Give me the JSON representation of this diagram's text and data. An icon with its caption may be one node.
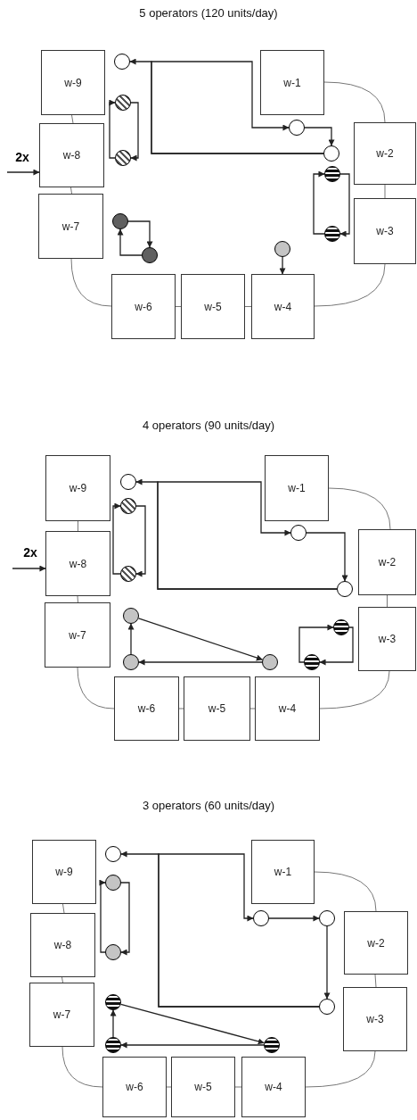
{
  "diagram": {
    "nodes": [
      {
        "text": [
          "w-9"
        ]
      },
      {
        "text": [
          "w-1"
        ]
      },
      {
        "text": [
          "w-8"
        ]
      },
      {
        "text": [
          "w-2"
        ]
      },
      {
        "text": [
          "w-7"
        ]
      },
      {
        "text": [
          "w-3"
        ]
      },
      {
        "text": [
          "w-6"
        ]
      },
      {
        "text": [
          "w-5"
        ]
      },
      {
        "text": [
          "w-4"
        ]
      },
      {
        "text": [],
        "shape": "circle"
      },
      {
        "text": [],
        "shape": "circle"
      },
      {
        "text": [],
        "shape": "circle"
      },
      {
        "text": [],
        "shape": "circle"
      },
      {
        "text": [],
        "shape": "circle"
      },
      {
        "text": [],
        "shape": "circle"
      },
      {
        "text": [],
        "shape": "circle"
      },
      {
        "text": [],
        "shape": "circle"
      },
      {
        "text": [],
        "shape": "circle"
      },
      {
        "text": [],
        "shape": "circle"
      },
      {
        "text": [
          "w-9"
        ]
      },
      {
        "text": [
          "w-1"
        ]
      },
      {
        "text": [
          "w-8"
        ]
      },
      {
        "text": [
          "w-2"
        ]
      },
      {
        "text": [
          "w-7"
        ]
      },
      {
        "text": [
          "w-3"
        ]
      },
      {
        "text": [
          "w-6"
        ]
      },
      {
        "text": [
          "w-5"
        ]
      },
      {
        "text": [
          "w-4"
        ]
      },
      {
        "text": [],
        "shape": "circle"
      },
      {
        "text": [],
        "shape": "circle"
      },
      {
        "text": [],
        "shape": "circle"
      },
      {
        "text": [],
        "shape": "circle"
      },
      {
        "text": [],
        "shape": "circle"
      },
      {
        "text": [],
        "shape": "circle"
      },
      {
        "text": [],
        "shape": "circle"
      },
      {
        "text": [],
        "shape": "circle"
      },
      {
        "text": [],
        "shape": "circle"
      },
      {
        "text": [],
        "shape": "circle"
      },
      {
        "text": [
          "w-9"
        ]
      },
      {
        "text": [
          "w-1"
        ]
      },
      {
        "text": [
          "w-8"
        ]
      },
      {
        "text": [
          "w-2"
        ]
      },
      {
        "text": [
          "w-7"
        ]
      },
      {
        "text": [
          "w-3"
        ]
      },
      {
        "text": [
          "w-6"
        ]
      },
      {
        "text": [
          "w-5"
        ]
      },
      {
        "text": [
          "w-4"
        ]
      },
      {
        "text": [],
        "shape": "circle"
      },
      {
        "text": [],
        "shape": "circle"
      },
      {
        "text": [],
        "shape": "circle"
      },
      {
        "text": [],
        "shape": "circle"
      },
      {
        "text": [],
        "shape": "circle"
      },
      {
        "text": [],
        "shape": "circle"
      },
      {
        "text": [],
        "shape": "circle"
      },
      {
        "text": [],
        "shape": "circle"
      },
      {
        "text": [],
        "shape": "circle"
      }
    ],
    "edges": [
      {
        "from": 0,
        "to": 2,
        "arrow": "none",
        "color": "#777777"
      },
      {
        "from": 2,
        "to": 4,
        "arrow": "none",
        "color": "#777777"
      },
      {
        "from": 4,
        "to": 6,
        "arrow": "none",
        "color": "#777777"
      },
      {
        "from": 6,
        "to": 7,
        "arrow": "none",
        "color": "#777777"
      },
      {
        "from": 7,
        "to": 8,
        "arrow": "none",
        "color": "#777777"
      },
      {
        "from": 8,
        "to": 5,
        "arrow": "none",
        "color": "#777777"
      },
      {
        "from": 5,
        "to": 3,
        "arrow": "none",
        "color": "#777777"
      },
      {
        "from": 3,
        "to": 1,
        "arrow": "none",
        "color": "#777777"
      },
      {
        "from": null,
        "to": 2,
        "arrow": "to",
        "label": "2x"
      },
      {
        "from": 12,
        "to": 9,
        "arrow": "to"
      },
      {
        "from": 12,
        "to": 11,
        "arrow": "to"
      },
      {
        "from": 11,
        "to": 12,
        "arrow": "to"
      },
      {
        "from": 10,
        "to": 13,
        "arrow": "to"
      },
      {
        "from": 13,
        "to": 10,
        "arrow": "to"
      },
      {
        "from": 14,
        "to": 16,
        "arrow": "to"
      },
      {
        "from": 16,
        "to": 14,
        "arrow": "to"
      },
      {
        "from": 15,
        "to": 18,
        "arrow": "to"
      },
      {
        "from": 18,
        "to": 15,
        "arrow": "to"
      },
      {
        "from": 17,
        "to": 8,
        "arrow": "to"
      },
      {
        "from": 19,
        "to": 21,
        "arrow": "none",
        "color": "#777777"
      },
      {
        "from": 21,
        "to": 23,
        "arrow": "none",
        "color": "#777777"
      },
      {
        "from": 23,
        "to": 25,
        "arrow": "none",
        "color": "#777777"
      },
      {
        "from": 25,
        "to": 26,
        "arrow": "none",
        "color": "#777777"
      },
      {
        "from": 26,
        "to": 27,
        "arrow": "none",
        "color": "#777777"
      },
      {
        "from": 27,
        "to": 24,
        "arrow": "none",
        "color": "#777777"
      },
      {
        "from": 24,
        "to": 22,
        "arrow": "none",
        "color": "#777777"
      },
      {
        "from": 22,
        "to": 20,
        "arrow": "none",
        "color": "#777777"
      },
      {
        "from": null,
        "to": 21,
        "arrow": "to",
        "label": "2x"
      },
      {
        "from": 32,
        "to": 28,
        "arrow": "to"
      },
      {
        "from": 32,
        "to": 30,
        "arrow": "to"
      },
      {
        "from": 30,
        "to": 32,
        "arrow": "to"
      },
      {
        "from": 29,
        "to": 31,
        "arrow": "to"
      },
      {
        "from": 31,
        "to": 29,
        "arrow": "to"
      },
      {
        "from": 36,
        "to": 35,
        "arrow": "to"
      },
      {
        "from": 35,
        "to": 33,
        "arrow": "to"
      },
      {
        "from": 33,
        "to": 36,
        "arrow": "to"
      },
      {
        "from": 34,
        "to": 37,
        "arrow": "to"
      },
      {
        "from": 37,
        "to": 34,
        "arrow": "to"
      },
      {
        "from": 38,
        "to": 40,
        "arrow": "none",
        "color": "#777777"
      },
      {
        "from": 40,
        "to": 42,
        "arrow": "none",
        "color": "#777777"
      },
      {
        "from": 42,
        "to": 44,
        "arrow": "none",
        "color": "#777777"
      },
      {
        "from": 44,
        "to": 45,
        "arrow": "none",
        "color": "#777777"
      },
      {
        "from": 45,
        "to": 46,
        "arrow": "none",
        "color": "#777777"
      },
      {
        "from": 46,
        "to": 43,
        "arrow": "none",
        "color": "#777777"
      },
      {
        "from": 43,
        "to": 41,
        "arrow": "none",
        "color": "#777777"
      },
      {
        "from": 41,
        "to": 39,
        "arrow": "none",
        "color": "#777777"
      },
      {
        "from": 53,
        "to": 47,
        "arrow": "to"
      },
      {
        "from": 53,
        "to": 49,
        "arrow": "to"
      },
      {
        "from": 49,
        "to": 50,
        "arrow": "to"
      },
      {
        "from": 50,
        "to": 53,
        "arrow": "to"
      },
      {
        "from": 48,
        "to": 51,
        "arrow": "to"
      },
      {
        "from": 51,
        "to": 48,
        "arrow": "to"
      },
      {
        "from": 55,
        "to": 54,
        "arrow": "to"
      },
      {
        "from": 54,
        "to": 52,
        "arrow": "to"
      },
      {
        "from": 52,
        "to": 55,
        "arrow": "to"
      }
    ],
    "labels": [
      "5 operators (120 units/day)",
      "4 operators (90 units/day)",
      "3 operators (60 units/day)"
    ]
  }
}
